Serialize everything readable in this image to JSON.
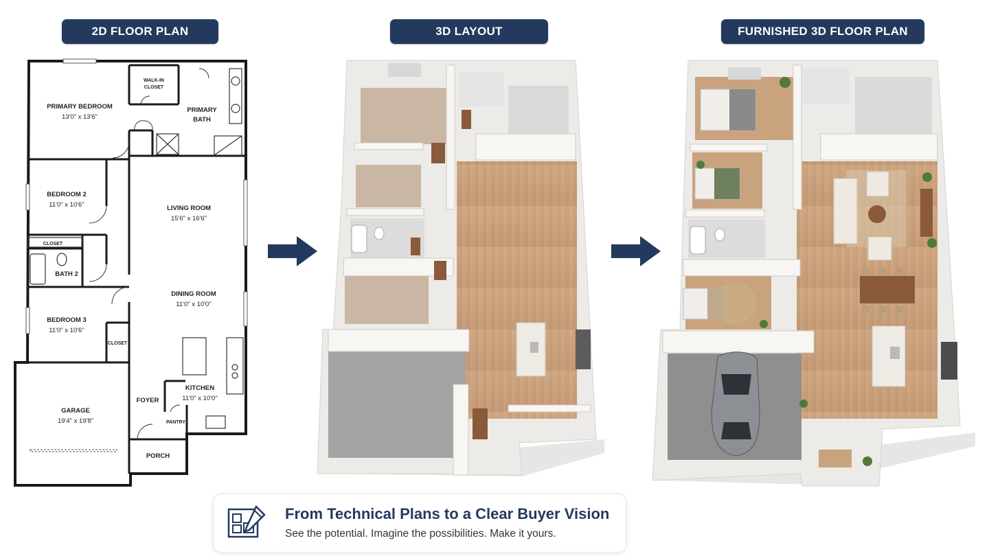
{
  "headers": {
    "plan2d": "2D FLOOR PLAN",
    "layout3d": "3D LAYOUT",
    "furnished": "FURNISHED 3D FLOOR PLAN"
  },
  "plan_labels": {
    "walkin_closet": [
      "WALK-IN",
      "CLOSET"
    ],
    "primary_bedroom": "PRIMARY BEDROOM",
    "primary_bedroom_size": "13'0\" x 13'6\"",
    "primary_bath": [
      "PRIMARY",
      "BATH"
    ],
    "bedroom2": "BEDROOM 2",
    "bedroom2_size": "11'0\" x 10'6\"",
    "living_room": "LIVING ROOM",
    "living_room_size": "15'6\" x 16'6\"",
    "closet1": "CLOSET",
    "bath2": "BATH 2",
    "dining_room": "DINING ROOM",
    "dining_room_size": "11'0\" x 10'0\"",
    "bedroom3": "BEDROOM 3",
    "bedroom3_size": "11'0\" x 10'6\"",
    "closet2": "CLOSET",
    "kitchen": "KITCHEN",
    "kitchen_size": "11'0\" x 10'0\"",
    "garage": "GARAGE",
    "garage_size": "19'4\" x 19'8\"",
    "foyer": "FOYER",
    "pantry": "PANTRY",
    "porch": "PORCH"
  },
  "banner": {
    "title": "From Technical Plans to a Clear Buyer Vision",
    "subtitle": "See the potential. Imagine the possibilities. Make it yours.",
    "icon": "blueprint-pencil-icon"
  },
  "arrows": [
    "arrow-right-icon",
    "arrow-right-icon"
  ],
  "colors": {
    "navy": "#233a5e",
    "floor_wood": "#c9a27e",
    "wall": "#f2f0ec",
    "garage_floor": "#9a9a9a"
  }
}
